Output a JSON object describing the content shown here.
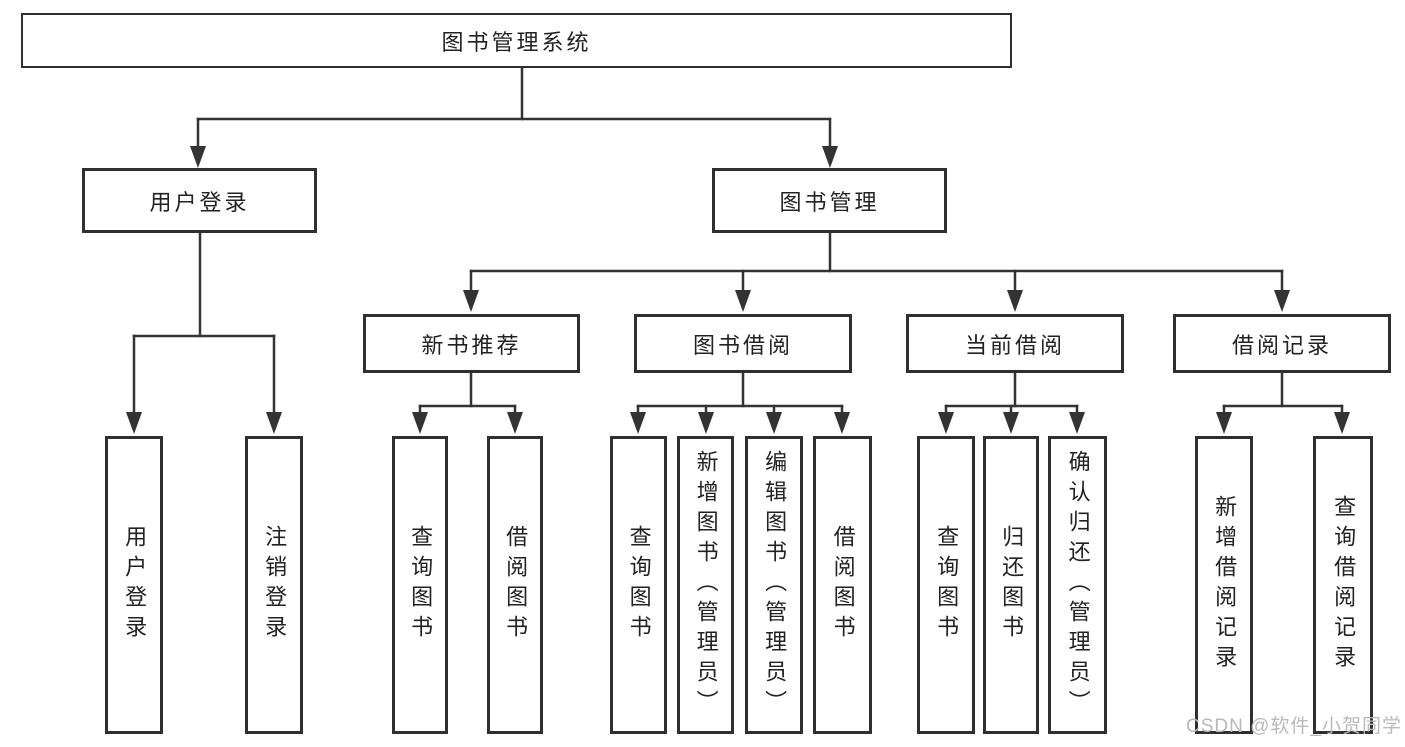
{
  "diagram": {
    "root": {
      "label": "图书管理系统"
    },
    "branches": [
      {
        "label": "用户登录",
        "children": [
          {
            "label": "用户登录"
          },
          {
            "label": "注销登录"
          }
        ]
      },
      {
        "label": "图书管理",
        "children": [
          {
            "label": "新书推荐",
            "children": [
              {
                "label": "查询图书"
              },
              {
                "label": "借阅图书"
              }
            ]
          },
          {
            "label": "图书借阅",
            "children": [
              {
                "label": "查询图书"
              },
              {
                "label": "新增图书（管理员）"
              },
              {
                "label": "编辑图书（管理员）"
              },
              {
                "label": "借阅图书"
              }
            ]
          },
          {
            "label": "当前借阅",
            "children": [
              {
                "label": "查询图书"
              },
              {
                "label": "归还图书"
              },
              {
                "label": "确认归还（管理员）"
              }
            ]
          },
          {
            "label": "借阅记录",
            "children": [
              {
                "label": "新增借阅记录"
              },
              {
                "label": "查询借阅记录"
              }
            ]
          }
        ]
      }
    ]
  },
  "watermark": {
    "text": "CSDN @软件_小贺同学"
  },
  "colors": {
    "line": "#333333",
    "border": "#2f2f2f",
    "text": "#222222",
    "watermark": "#b9b9b9",
    "background": "#ffffff"
  }
}
